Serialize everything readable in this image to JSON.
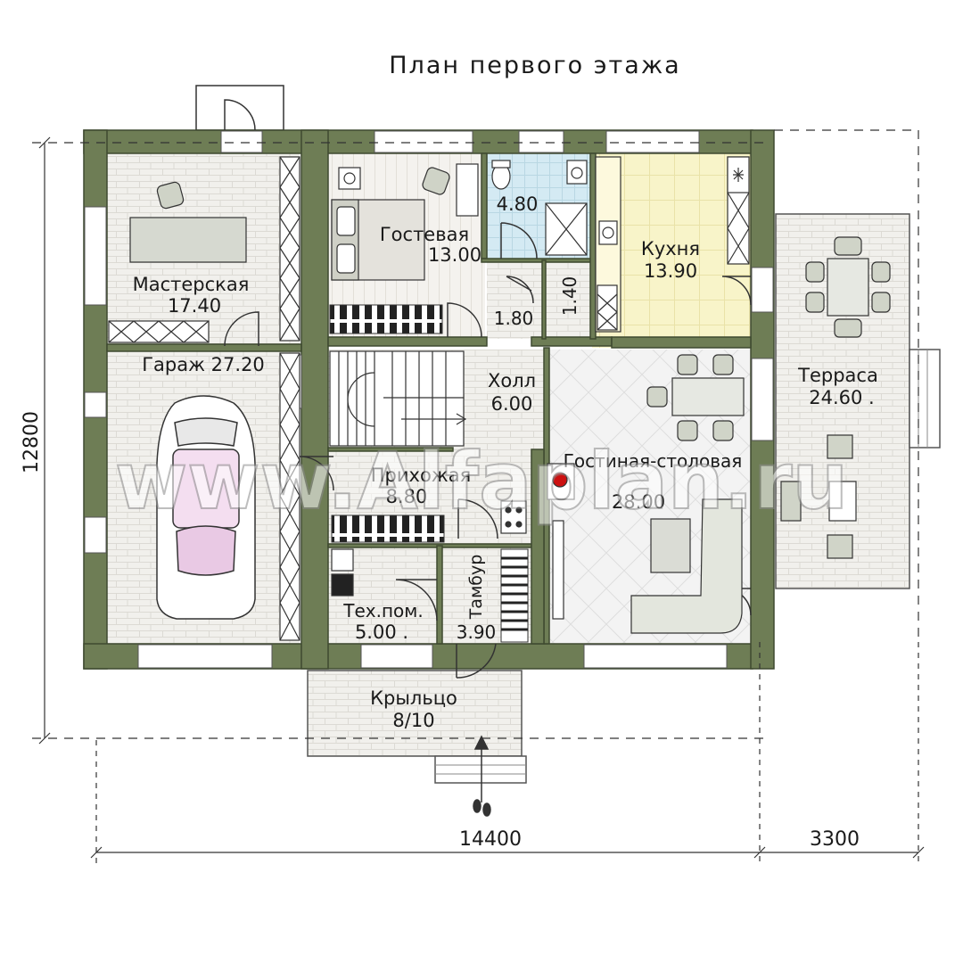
{
  "title": "План первого этажа",
  "watermark": "www.Alfaplan.ru",
  "dimensions": {
    "width": "14400",
    "terrace_width": "3300",
    "depth": "12800"
  },
  "rooms": [
    {
      "key": "workshop",
      "name": "Мастерская",
      "area": "17.40"
    },
    {
      "key": "guest",
      "name": "Гостевая",
      "area": "13.00"
    },
    {
      "key": "bath",
      "area": "4.80"
    },
    {
      "key": "closet1",
      "area": "1.80"
    },
    {
      "key": "closet2",
      "area": "1.40"
    },
    {
      "key": "kitchen",
      "name": "Кухня",
      "area": "13.90"
    },
    {
      "key": "terrace",
      "name": "Терраса",
      "area": "24.60 ."
    },
    {
      "key": "garage",
      "name": "Гараж 27.20"
    },
    {
      "key": "hall",
      "name": "Холл",
      "area": "6.00"
    },
    {
      "key": "hallway",
      "name": "Прихожая",
      "area": "8.80"
    },
    {
      "key": "living",
      "name": "Гостиная-столовая",
      "area": "28.00"
    },
    {
      "key": "tech",
      "name": "Тех.пом.",
      "area": "5.00 ."
    },
    {
      "key": "vestibule",
      "name": "Тамбур",
      "area": "3.90"
    },
    {
      "key": "porch",
      "name": "Крыльцо",
      "area": "8/10"
    }
  ],
  "colors": {
    "wall": "#6e7d55",
    "wall_edge": "#3f4a30",
    "tile": "#f0efeb",
    "bath": "#d6ecf4",
    "kitchen": "#f7f3c8",
    "furniture": "#d9dcd4"
  }
}
